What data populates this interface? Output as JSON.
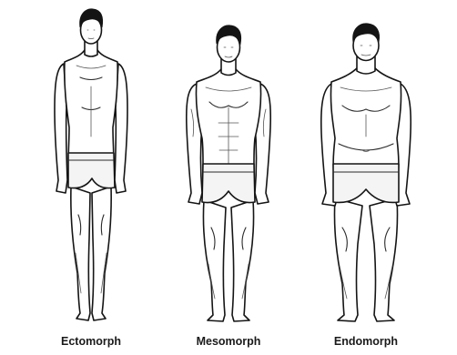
{
  "figures": [
    {
      "id": "ecto",
      "label": "Ectomorph"
    },
    {
      "id": "meso",
      "label": "Mesomorph"
    },
    {
      "id": "endo",
      "label": "Endomorph"
    }
  ]
}
